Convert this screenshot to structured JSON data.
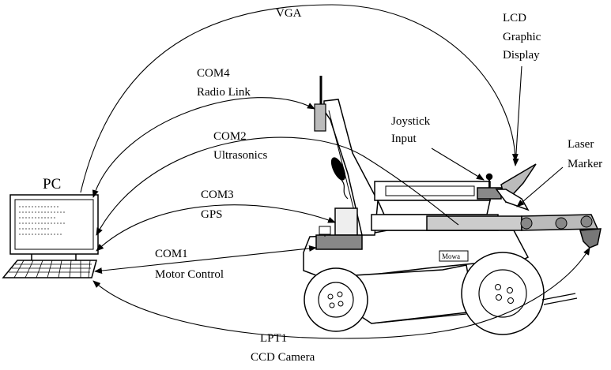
{
  "pc": {
    "title": "PC"
  },
  "robot": {
    "brand": "Mowa"
  },
  "links": {
    "vga": "VGA",
    "com4": {
      "port": "COM4",
      "desc": "Radio Link"
    },
    "com2": {
      "port": "COM2",
      "desc": "Ultrasonics"
    },
    "com3": {
      "port": "COM3",
      "desc": "GPS"
    },
    "com1": {
      "port": "COM1",
      "desc": "Motor Control"
    },
    "lpt1": {
      "port": "LPT1",
      "desc": "CCD Camera"
    }
  },
  "devices": {
    "lcd": [
      "LCD",
      "Graphic",
      "Display"
    ],
    "joystick": [
      "Joystick",
      "Input"
    ],
    "laser": [
      "Laser",
      "Marker"
    ]
  }
}
